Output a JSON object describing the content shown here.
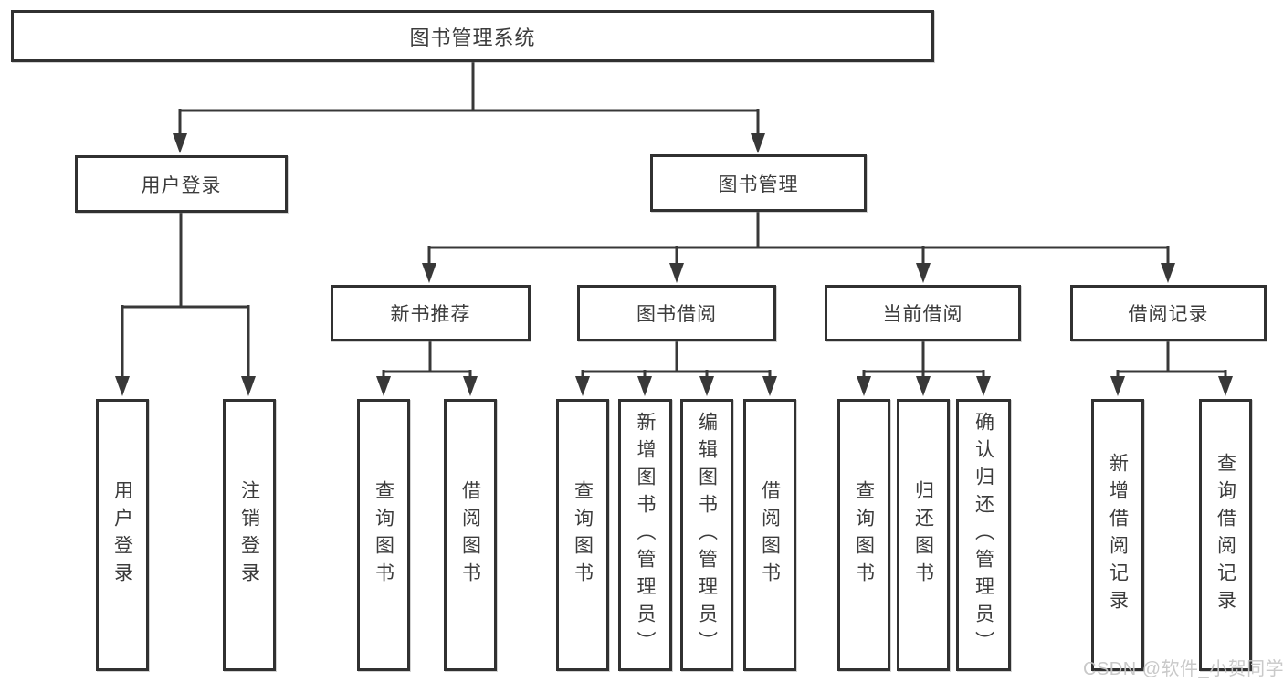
{
  "nodes": {
    "root": "图书管理系统",
    "user_login": "用户登录",
    "book_management": "图书管理",
    "new_book_recommendation": "新书推荐",
    "book_borrowing": "图书借阅",
    "current_borrowing": "当前借阅",
    "borrowing_records": "借阅记录"
  },
  "leaves": {
    "user_login": [
      "用户登录",
      "注销登录"
    ],
    "new_book_recommendation": [
      "查询图书",
      "借阅图书"
    ],
    "book_borrowing": [
      "查询图书",
      "新增图书（管理员）",
      "编辑图书（管理员）",
      "借阅图书"
    ],
    "current_borrowing": [
      "查询图书",
      "归还图书",
      "确认归还（管理员）"
    ],
    "borrowing_records": [
      "新增借阅记录",
      "查询借阅记录"
    ]
  },
  "watermark": "CSDN @软件_小贺同学",
  "colors": {
    "line": "#383838",
    "box_border": "#313131",
    "text": "#3c3c3c",
    "watermark": "#c6c6c6"
  }
}
